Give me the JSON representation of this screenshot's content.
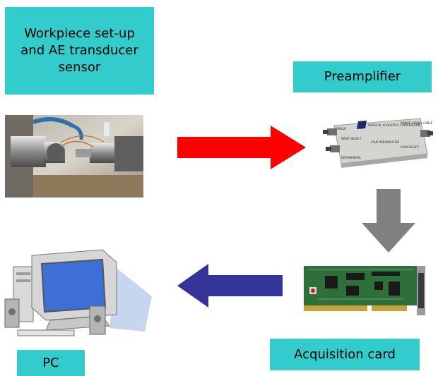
{
  "labels": {
    "workpiece": "Workpiece set-up and AE transducer sensor",
    "preamplifier": "Preamplifier",
    "acquisition_card": "Acquisition card",
    "pc": "PC"
  },
  "preamp_device_text": {
    "brand": "PHYSICAL ACOUSTICS CORPORATION",
    "model": "2/4/6 PREAMPLIFIER",
    "left_top": "SINGLE",
    "left_mid": "INPUT SELECT",
    "left_bottom": "DIFFERENTIAL",
    "right_top": "POWER SIGNAL CABLE",
    "right_mid": "GAIN SELECT"
  },
  "colors": {
    "label_box": "#33cccc",
    "arrow_right": "#ff0000",
    "arrow_down": "#808080",
    "arrow_left": "#333399"
  }
}
